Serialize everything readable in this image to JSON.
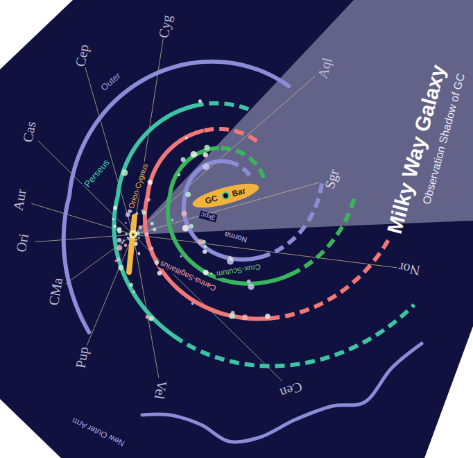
{
  "diagram": {
    "title": "Milky Way Galaxy",
    "nodes": [
      {
        "text": [
          "GC",
          "Bar"
        ]
      }
    ],
    "labels": [
      "Observation Shadow of GC",
      "Cyg",
      "Aql",
      "Cep",
      "Cas",
      "Aur",
      "Ori",
      "CMa",
      "Pup",
      "Vel",
      "Cen",
      "Nor",
      "Sgr",
      "Outer",
      "Perseus",
      "Orion-Cygnus",
      "Carina-Sagittarius",
      "Crux-Scutum",
      "Norma",
      "3kpc",
      "New Outer Arm"
    ]
  }
}
